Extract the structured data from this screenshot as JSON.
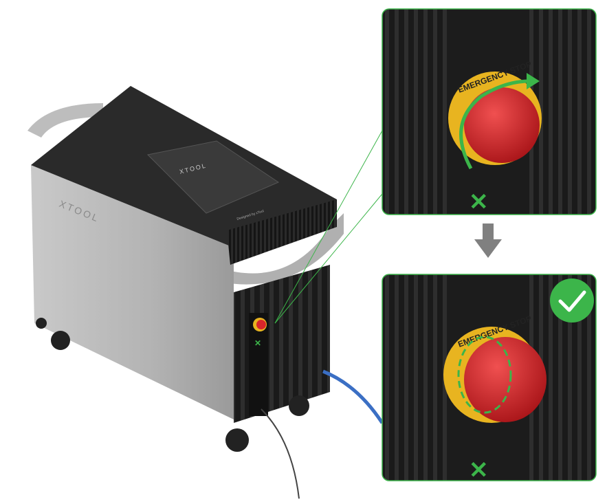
{
  "machine": {
    "brand_logo": "XTOOL",
    "top_logo": "XTOOL",
    "screen_caption": "Designed by xTool"
  },
  "callouts": {
    "before": {
      "button_label": "EMERGENCY STOP",
      "action": "rotate-clockwise"
    },
    "after": {
      "button_label": "EMERGENCY STOP",
      "status": "released"
    }
  },
  "colors": {
    "accent_green": "#3cb54a",
    "button_red": "#d9262b",
    "button_ring": "#e8b420",
    "arrow_gray": "#808080"
  }
}
